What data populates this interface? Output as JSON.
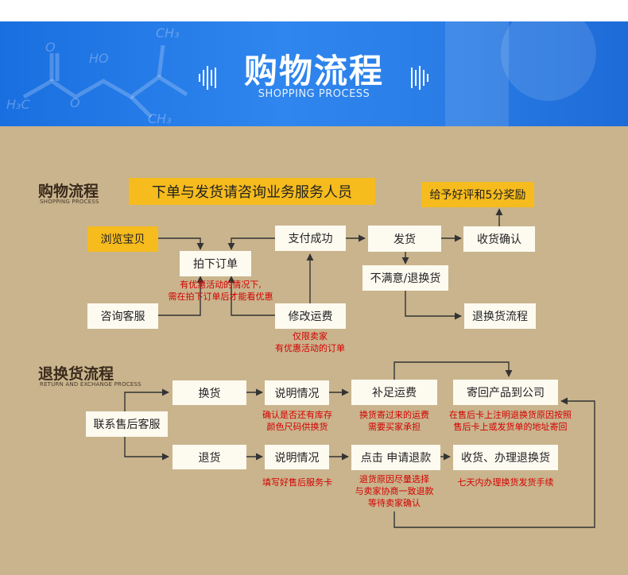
{
  "banner": {
    "title": "购物流程",
    "subtitle": "SHOPPING PROCESS"
  },
  "shopping": {
    "title": "购物流程",
    "subtitle": "SHOPPING PROCESS",
    "notice": "下单与发货请咨询业务服务人员",
    "reward": "给予好评和5分奖励",
    "browse": "浏览宝贝",
    "order": "拍下订单",
    "consult": "咨询客服",
    "pay": "支付成功",
    "ship": "发货",
    "receive": "收货确认",
    "unsatisfied": "不满意/退换货",
    "modify_fee": "修改运费",
    "return_flow": "退换货流程",
    "note_order_1": "有优惠活动的情况下,",
    "note_order_2": "需在拍下订单后才能看优惠",
    "note_fee_1": "仅限卖家",
    "note_fee_2": "有优惠活动的订单"
  },
  "returns": {
    "title": "退换货流程",
    "subtitle": "RETURN AND EXCHANGE PROCESS",
    "contact": "联系售后客服",
    "exchange": "换货",
    "explain1": "说明情况",
    "supplement_fee": "补足运费",
    "send_back": "寄回产品到公司",
    "refund": "退货",
    "explain2": "说明情况",
    "apply_refund": "点击 申请退款",
    "receive_refund": "收货、办理退换货",
    "note_explain1_1": "确认是否还有库存",
    "note_explain1_2": "颜色尺码供换货",
    "note_fee_1": "换货寄过来的运费",
    "note_fee_2": "需要买家承担",
    "note_card_1": "在售后卡上注明退换货原因按照",
    "note_card_2": "售后卡上或发货单的地址寄回",
    "note_explain2": "填写好售后服务卡",
    "note_refund_1": "退货原因尽量选择",
    "note_refund_2": "与卖家协商一致退款",
    "note_refund_3": "等待卖家确认",
    "note_process": "七天内办理换货发货手续"
  },
  "colors": {
    "banner_blue": "#2a7de6",
    "background_tan": "#c9b48d",
    "box_cream": "#fdfaf0",
    "highlight_yellow": "#f6bb1d",
    "note_red": "#d40000",
    "line_dark": "#333333"
  }
}
